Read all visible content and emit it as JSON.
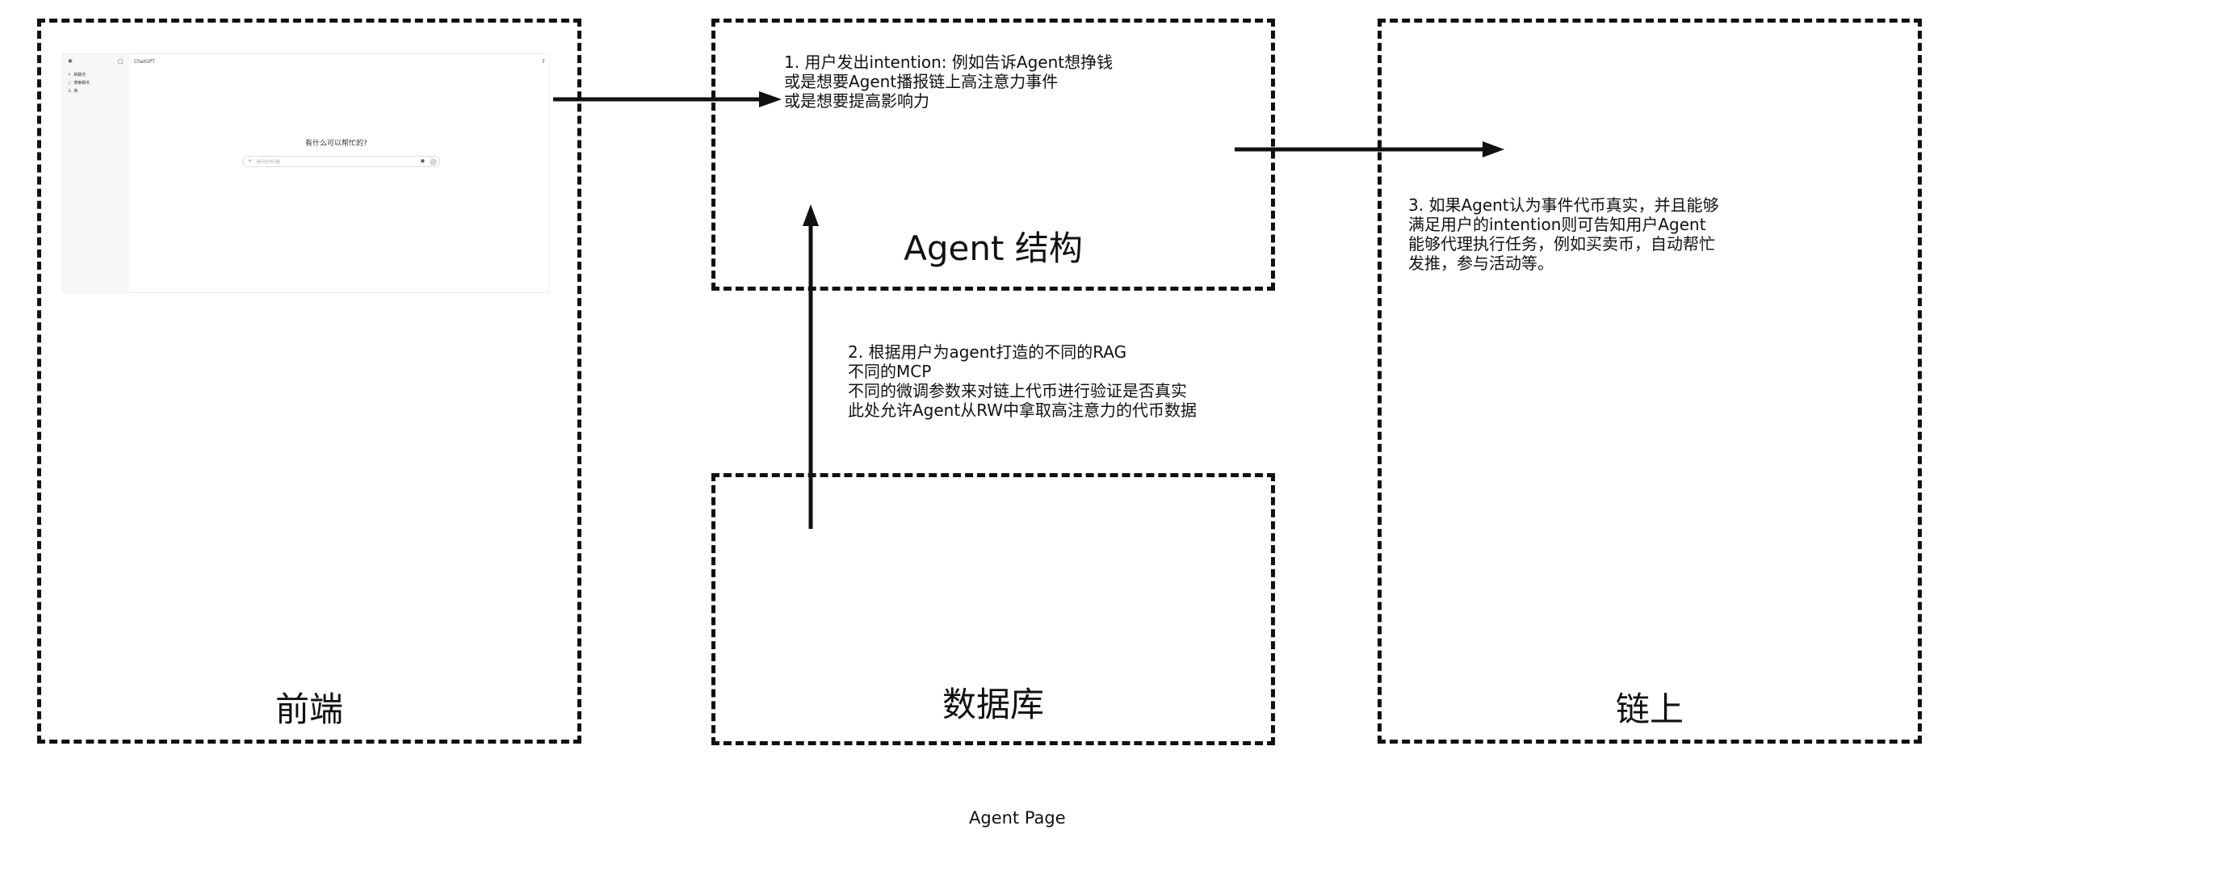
{
  "boxes": {
    "frontend": "前端",
    "agent": "Agent 结构",
    "database": "数据库",
    "chain": "链上"
  },
  "notes": {
    "step1": [
      "1. 用户发出intention: 例如告诉Agent想挣钱",
      "或是想要Agent播报链上高注意力事件",
      "或是想要提高影响力"
    ],
    "step2": [
      "2. 根据用户为agent打造的不同的RAG",
      "不同的MCP",
      "不同的微调参数来对链上代币进行验证是否真实",
      "此处允许Agent从RW中拿取高注意力的代币数据"
    ],
    "step3": [
      "3. 如果Agent认为事件代币真实，并且能够",
      "满足用户的intention则可告知用户Agent",
      "能够代理执行任务，例如买卖币，自动帮忙",
      "发推，参与活动等。"
    ]
  },
  "caption": "Agent Page",
  "chat_screenshot": {
    "title": "ChatGPT",
    "sidebar_items": [
      {
        "icon": "new-chat-icon",
        "label": "新聊天"
      },
      {
        "icon": "search-icon",
        "label": "搜索聊天"
      },
      {
        "icon": "library-icon",
        "label": "库"
      }
    ],
    "greeting": "有什么可以帮忙的?",
    "input_placeholder": "询问任何问题"
  }
}
